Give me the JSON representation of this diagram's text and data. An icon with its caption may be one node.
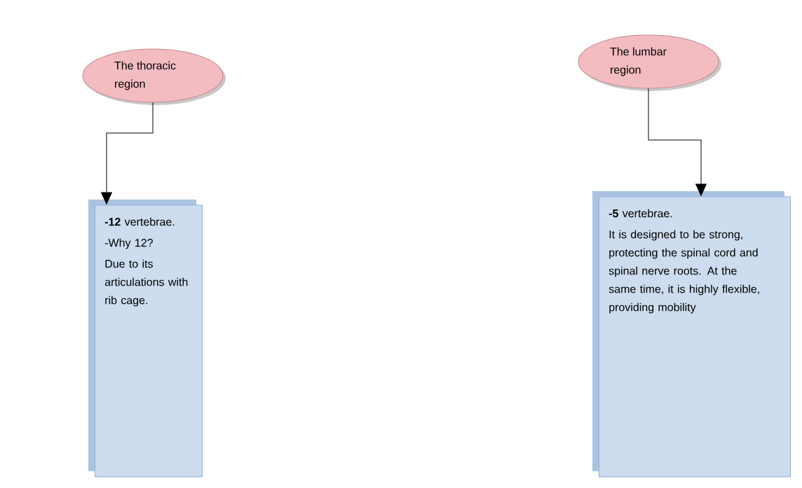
{
  "diagram": {
    "nodes": [
      {
        "text": [
          "The thoracic region"
        ]
      },
      {
        "text": [
          "The lumbar region"
        ]
      },
      {
        "text": [
          "**-12** vertebrae.",
          "-Why 12?",
          "Due to its articulations with rib cage."
        ]
      },
      {
        "text": [
          "**-5** vertebrae.",
          "It is designed to be strong, protecting the spinal cord and spinal nerve roots. At the same time, it is highly flexible, providing mobility"
        ]
      }
    ],
    "edges": [
      {
        "from": 0,
        "to": 2,
        "arrow": "to"
      },
      {
        "from": 1,
        "to": 3,
        "arrow": "to"
      }
    ]
  }
}
